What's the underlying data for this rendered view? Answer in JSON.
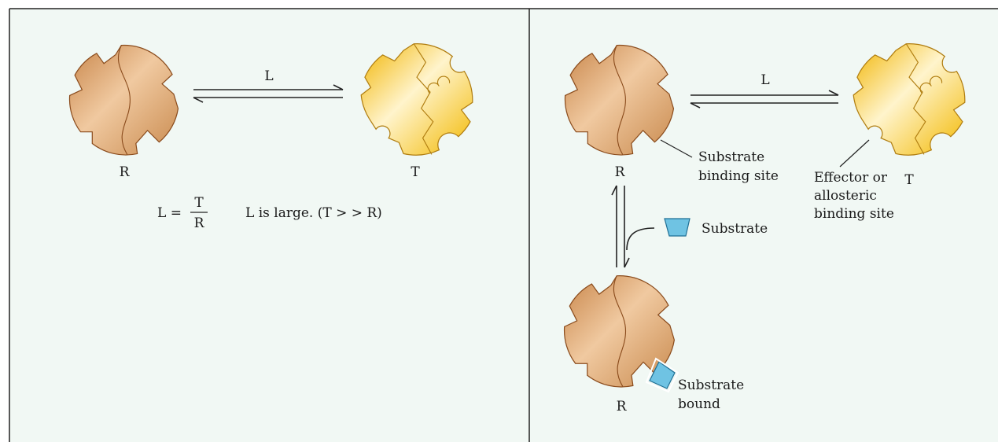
{
  "colors": {
    "panel_bg": "#f1f8f4",
    "border": "#222222",
    "r_state": "#d99a5e",
    "t_state": "#f5c21c",
    "substrate": "#6fc3e3"
  },
  "left_panel": {
    "equilibrium_label": "L",
    "r_label": "R",
    "t_label": "T",
    "equation": {
      "lhs": "L =",
      "numerator": "T",
      "denominator": "R",
      "note": "L is large. (T > > R)"
    }
  },
  "right_panel": {
    "equilibrium_label": "L",
    "r_label": "R",
    "t_label": "T",
    "r_bound_label": "R",
    "substrate_binding_site": [
      "Substrate",
      "binding site"
    ],
    "effector_site": [
      "Effector or",
      "allosteric",
      "binding site"
    ],
    "substrate_label": "Substrate",
    "substrate_bound": [
      "Substrate",
      "bound"
    ]
  }
}
